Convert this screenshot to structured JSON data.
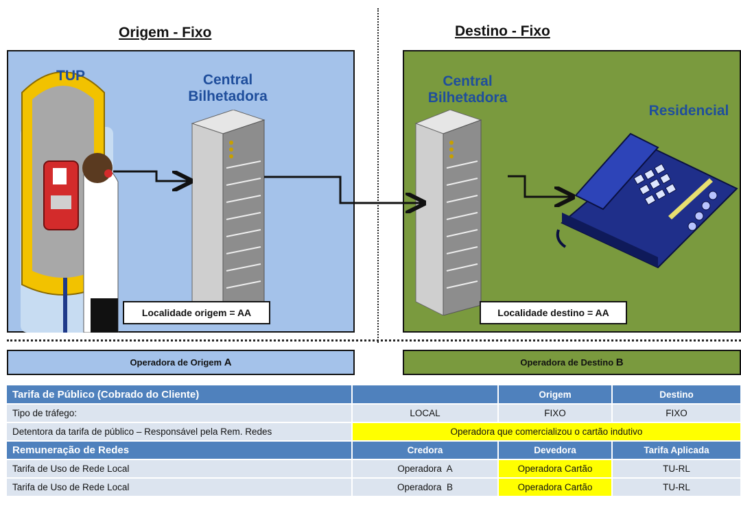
{
  "origin": {
    "heading": "Origem - Fixo",
    "tup_label": "TUP",
    "central_label_1": "Central",
    "central_label_2": "Bilhetadora",
    "locality": "Localidade origem = AA",
    "operator_prefix": "Operadora de Origem ",
    "operator_letter": "A"
  },
  "destination": {
    "heading": "Destino - Fixo",
    "central_label_1": "Central",
    "central_label_2": "Bilhetadora",
    "residential_label": "Residencial",
    "locality": "Localidade destino = AA",
    "operator_prefix": "Operadora de Destino ",
    "operator_letter": "B"
  },
  "colors": {
    "origin_panel": "#a4c2ea",
    "destination_panel": "#7a9a3e",
    "header_blue": "#4f81bd",
    "row_light": "#dce4ef",
    "highlight": "#ffff00"
  },
  "table": {
    "header1": [
      "Tarifa de Público (Cobrado do Cliente)",
      "",
      "Origem",
      "Destino"
    ],
    "row_traffic": {
      "label": "Tipo de tráfego:",
      "c1": "LOCAL",
      "c2": "FIXO",
      "c3": "FIXO"
    },
    "row_holder": {
      "label": "Detentora da tarifa de público – Responsável pela Rem. Redes",
      "value": "Operadora que comercializou o cartão indutivo"
    },
    "header2": [
      "Remuneração de Redes",
      "Credora",
      "Devedora",
      "Tarifa Aplicada"
    ],
    "rows": [
      {
        "label": "Tarifa de Uso de Rede Local",
        "credora": "Operadora  A",
        "devedora": "Operadora Cartão",
        "tarifa": "TU-RL"
      },
      {
        "label": "Tarifa de Uso de Rede Local",
        "credora": "Operadora  B",
        "devedora": "Operadora Cartão",
        "tarifa": "TU-RL"
      }
    ]
  }
}
